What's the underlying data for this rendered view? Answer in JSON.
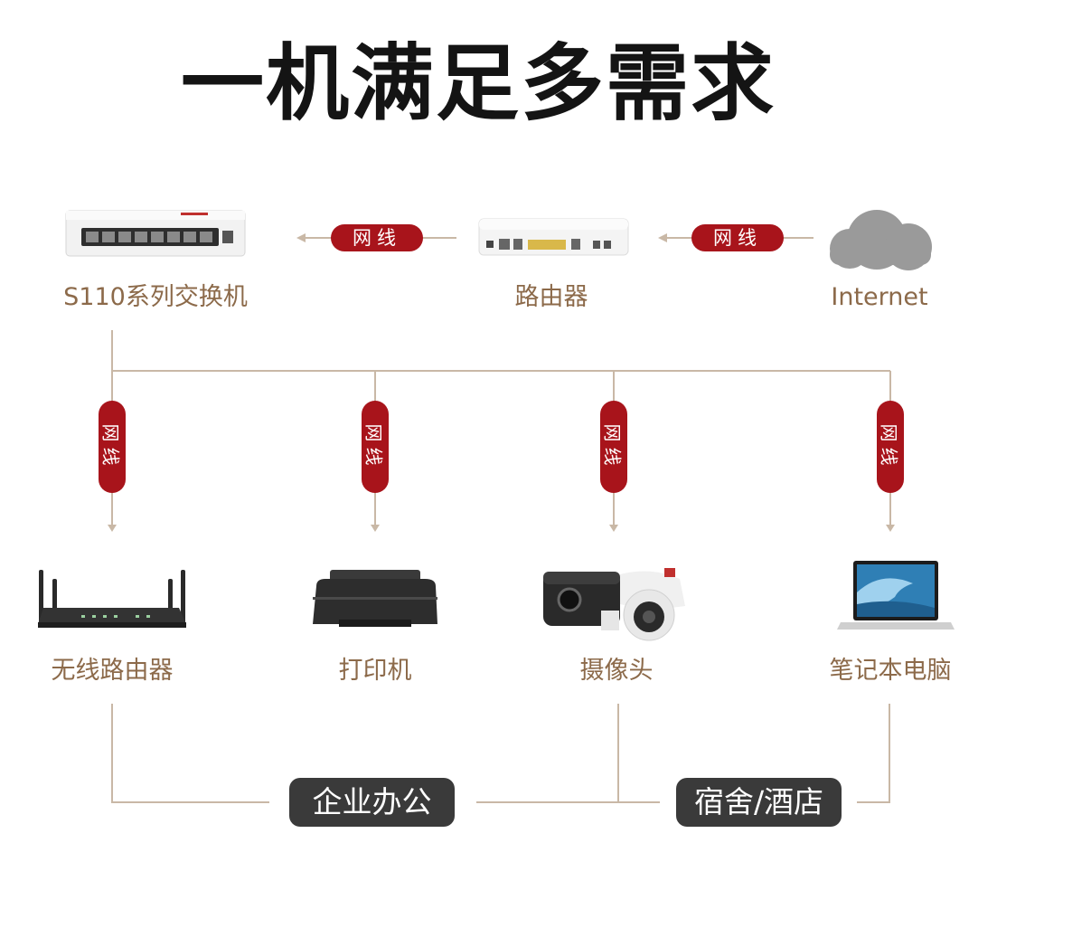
{
  "title": "一机满足多需求",
  "top_row": {
    "switch_label": "S110系列交换机",
    "router_label": "路由器",
    "internet_label": "Internet"
  },
  "cable_label": "网线",
  "devices": [
    {
      "label": "无线路由器",
      "icon": "wifi-router-icon"
    },
    {
      "label": "打印机",
      "icon": "printer-icon"
    },
    {
      "label": "摄像头",
      "icon": "security-camera-icon"
    },
    {
      "label": "笔记本电脑",
      "icon": "laptop-icon"
    }
  ],
  "scenarios": {
    "office": "企业办公",
    "dorm_hotel": "宿舍/酒店"
  },
  "colors": {
    "accent_red": "#a8141b",
    "line_tan": "#c9b8a6",
    "label_brown": "#8c6a4a",
    "badge_dark": "#3a3a3a"
  }
}
